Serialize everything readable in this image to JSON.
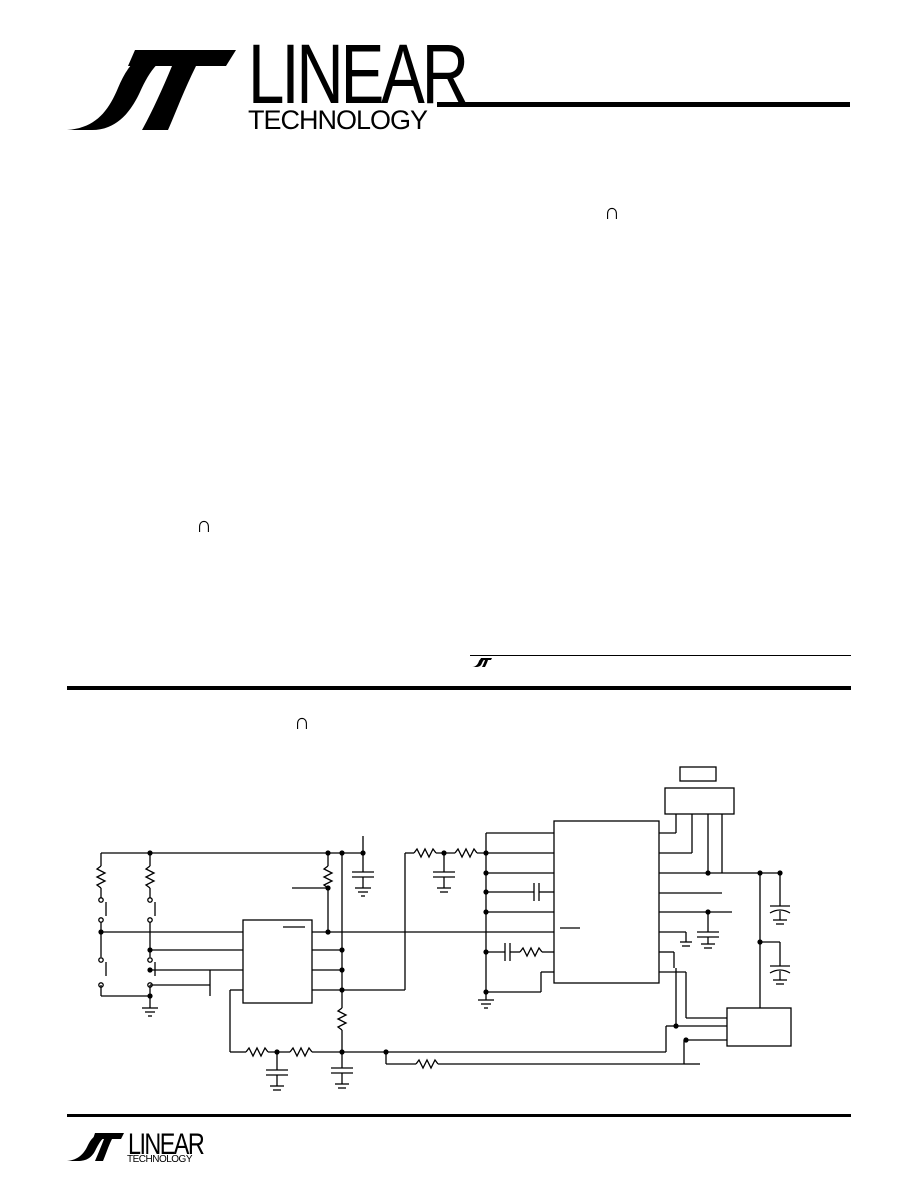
{
  "header": {
    "logo_word": "LINEAR",
    "logo_sub": "TECHNOLOGY"
  },
  "marks": {
    "trademark_glyph": "∩"
  },
  "footer": {
    "logo_word": "LINEAR",
    "logo_sub": "TECHNOLOGY"
  },
  "icons": {
    "logo": "lt-logo-icon",
    "small_logo": "lt-small-logo-icon"
  }
}
